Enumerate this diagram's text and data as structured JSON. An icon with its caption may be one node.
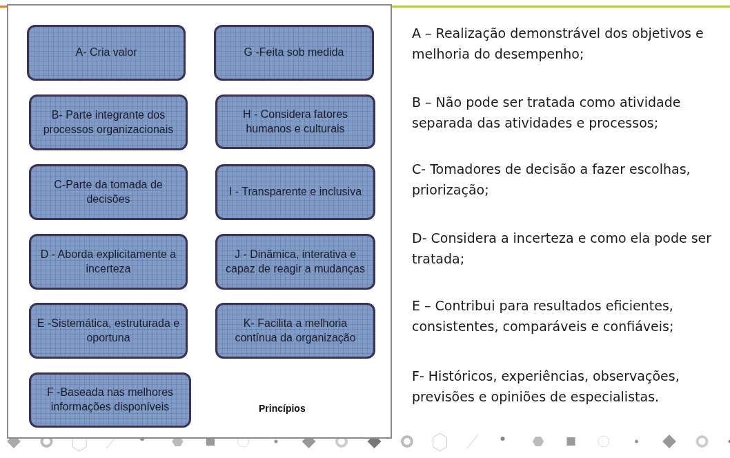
{
  "diagram": {
    "nodes": [
      {
        "text": [
          "Princípios"
        ]
      },
      {
        "text": [
          "A- Cria valor"
        ],
        "in": 0
      },
      {
        "text": [
          "G -Feita sob medida"
        ],
        "in": 0
      },
      {
        "text": [
          "B- Parte integrante dos processos organizacionais"
        ],
        "in": 0
      },
      {
        "text": [
          "H - Considera fatores humanos e culturais"
        ],
        "in": 0
      },
      {
        "text": [
          "C-Parte da tomada de decisões"
        ],
        "in": 0
      },
      {
        "text": [
          "I - Transparente e inclusiva"
        ],
        "in": 0
      },
      {
        "text": [
          "D - Aborda explicitamente a incerteza"
        ],
        "in": 0
      },
      {
        "text": [
          "J - Dinâmica, interativa e capaz de reagir a mudanças"
        ],
        "in": 0
      },
      {
        "text": [
          "E -Sistemática, estruturada e oportuna"
        ],
        "in": 0
      },
      {
        "text": [
          "K- Facilita a melhoria contínua da organização"
        ],
        "in": 0
      },
      {
        "text": [
          "F -Baseada nas melhores informações disponíveis"
        ],
        "in": 0
      }
    ],
    "labels": [
      "A – Realização demonstrável dos objetivos e melhoria do desempenho;",
      "B – Não pode ser tratada como atividade separada das atividades e processos;",
      "C- Tomadores de decisão a fazer escolhas, priorização;",
      "D- Considera a incerteza e como ela pode ser tratada;",
      "E – Contribui para resultados eficientes, consistentes, comparáveis e confiáveis;",
      "F- Históricos, experiências, observações, previsões e opiniões de especialistas."
    ]
  }
}
